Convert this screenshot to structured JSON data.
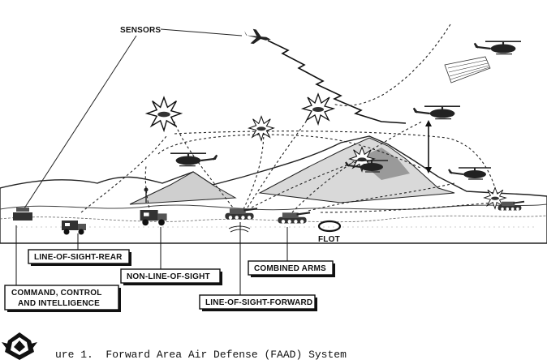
{
  "labels": {
    "sensors": "SENSORS",
    "flot": "FLOT",
    "los_rear": "LINE-OF-SIGHT-REAR",
    "nlos": "NON-LINE-OF-SIGHT",
    "combined_arms": "COMBINED ARMS",
    "c2_line1": "COMMAND, CONTROL",
    "c2_line2": "AND INTELLIGENCE",
    "los_forward": "LINE-OF-SIGHT-FORWARD"
  },
  "caption": {
    "fragment": "ure 1.",
    "title": "Forward Area Air Defense (FAAD) System"
  },
  "icons": [
    "logo-emblem-icon",
    "jet-aircraft-icon",
    "helicopter-icon",
    "explosion-icon",
    "truck-icon",
    "tank-icon",
    "radar-icon"
  ]
}
